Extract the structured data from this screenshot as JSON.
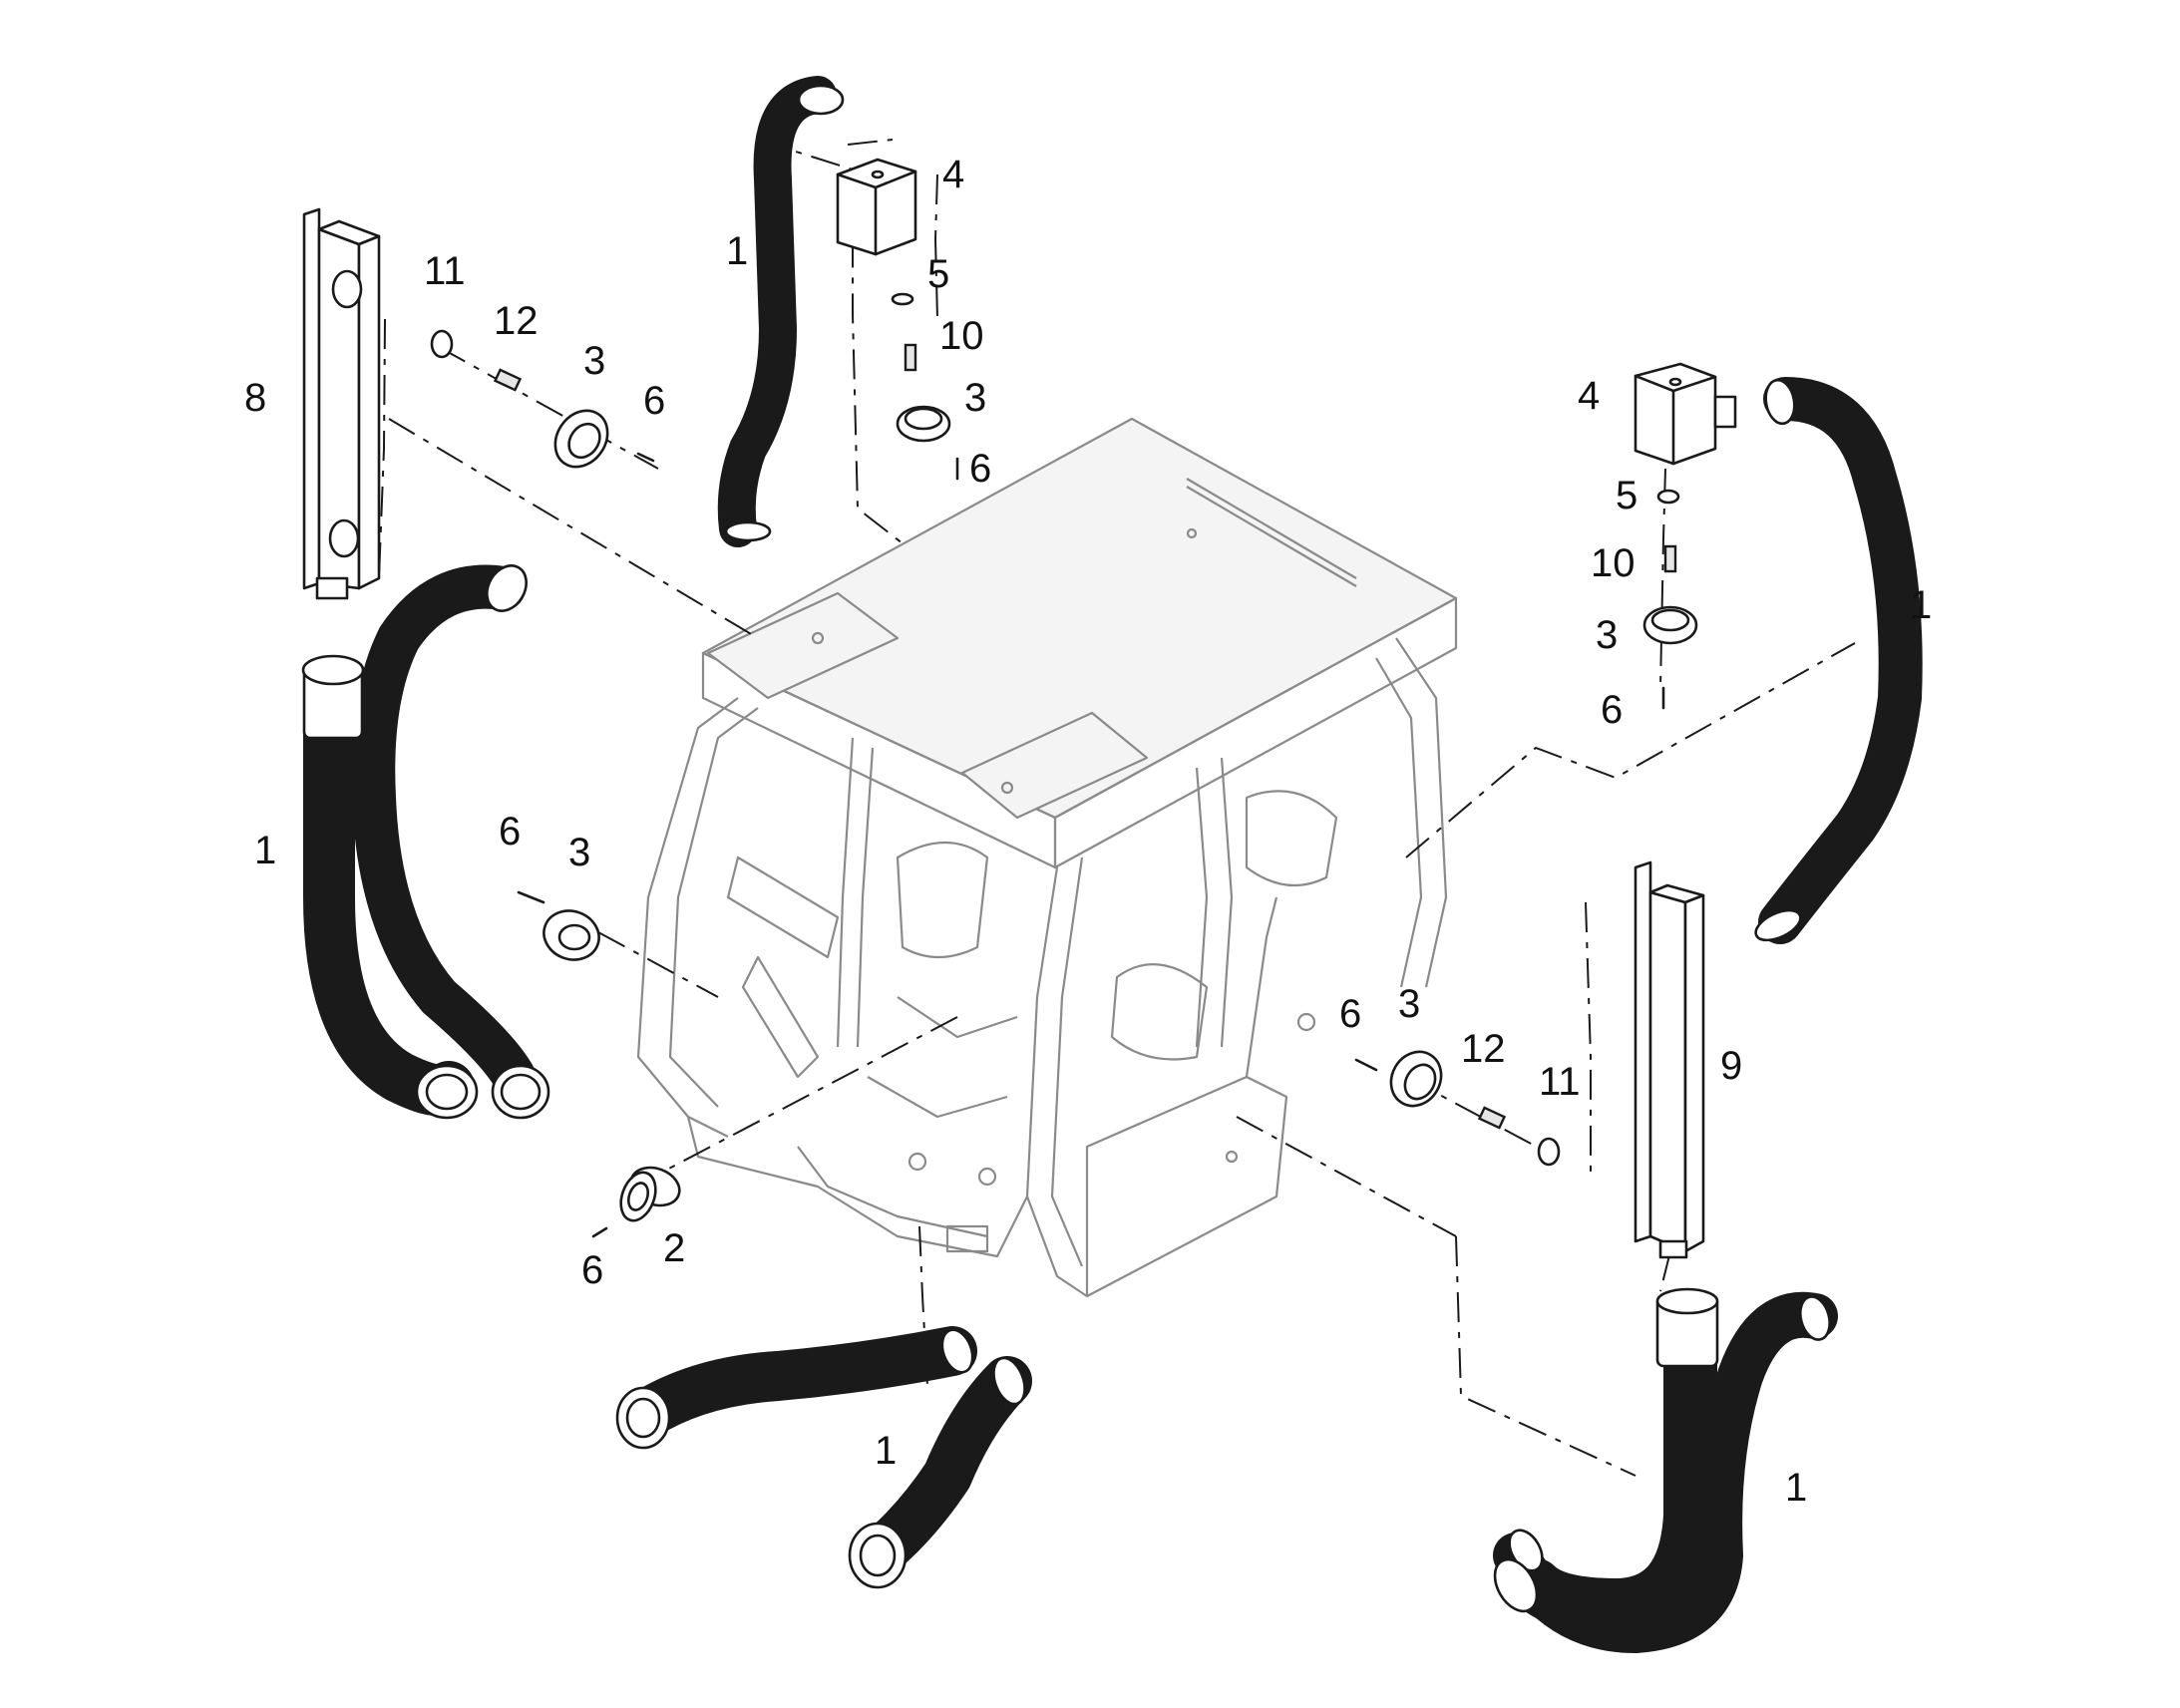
{
  "diagram": {
    "callouts": {
      "top_hose_1": "1",
      "top_filter_4": "4",
      "top_washer_5": "5",
      "top_screw_10": "10",
      "top_cap_3": "3",
      "top_screw_6": "6",
      "left_tube_8": "8",
      "left_washer_11": "11",
      "left_screw_12": "12",
      "left_cap_3": "3",
      "left_screw_6": "6",
      "left_hose_1": "1",
      "mid_screw_6": "6",
      "mid_cap_3": "3",
      "front_screw_6": "6",
      "front_nozzle_2": "2",
      "bottom_hose_1": "1",
      "right_filter_4": "4",
      "right_washer_5": "5",
      "right_screw_10": "10",
      "right_cap_3": "3",
      "right_screw_6": "6",
      "right_hose_1": "1",
      "right_side_screw_6": "6",
      "right_side_cap_3": "3",
      "right_side_screw_12": "12",
      "right_side_washer_11": "11",
      "right_tube_9": "9",
      "right_lower_hose_1": "1"
    }
  }
}
